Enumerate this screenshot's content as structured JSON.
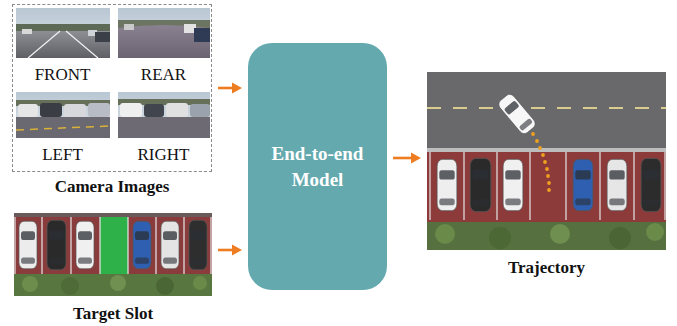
{
  "diagram": {
    "nodes": [
      {
        "text": [
          "Camera Images"
        ]
      },
      {
        "text": [
          "FRONT"
        ],
        "in": 0
      },
      {
        "text": [
          "REAR"
        ],
        "in": 0
      },
      {
        "text": [
          "LEFT"
        ],
        "in": 0
      },
      {
        "text": [
          "RIGHT"
        ],
        "in": 0
      },
      {
        "text": [
          "Target Slot"
        ]
      },
      {
        "text": [
          "End-to-end Model"
        ]
      },
      {
        "text": [
          "Trajectory"
        ]
      }
    ],
    "edges": [
      {
        "from": 0,
        "to": 6,
        "arrow": "to"
      },
      {
        "from": 5,
        "to": 6,
        "arrow": "to"
      },
      {
        "from": 6,
        "to": 7,
        "arrow": "to"
      }
    ]
  }
}
